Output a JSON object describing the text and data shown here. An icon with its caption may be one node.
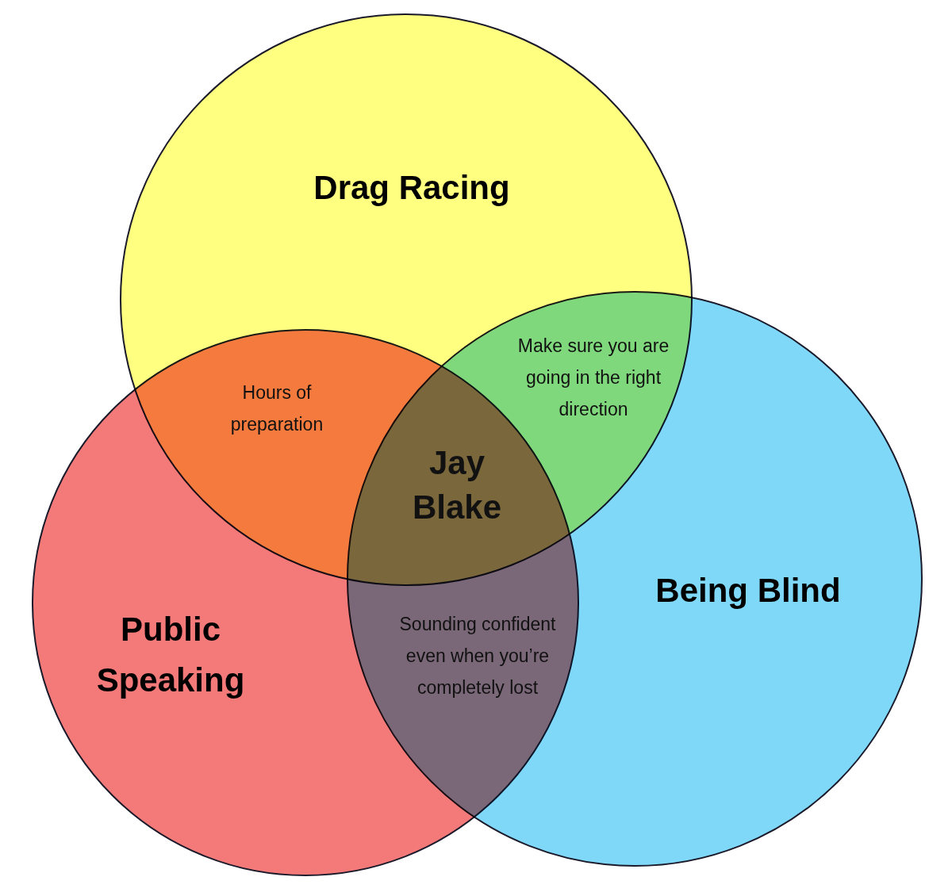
{
  "diagram": {
    "nodes": [
      {
        "text": [
          "Drag Racing"
        ]
      },
      {
        "text": [
          "Being Blind"
        ]
      },
      {
        "text": [
          "Public Speaking"
        ]
      }
    ],
    "labels": [
      "Make sure you are going in the right direction",
      "Hours of preparation",
      "Jay Blake",
      "Sounding confident even when you’re completely lost"
    ]
  }
}
